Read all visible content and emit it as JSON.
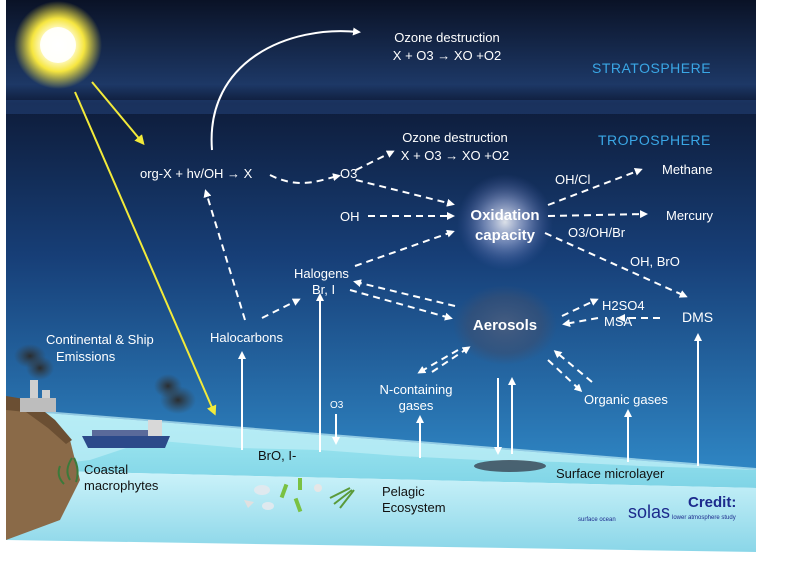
{
  "labels": {
    "stratosphere": "STRATOSPHERE",
    "troposphere": "TROPOSPHERE",
    "ozone_top_title": "Ozone destruction",
    "ozone_top_eq": "X + O3 → XO +O2",
    "ozone_mid_title": "Ozone destruction",
    "ozone_mid_eq": "X + O3 → XO +O2",
    "photolysis": "org-X + hv/OH → X",
    "o3_a": "O3",
    "oh_left": "OH",
    "oxidation": "Oxidation capacity",
    "oh_cl": "OH/Cl",
    "methane": "Methane",
    "mercury": "Mercury",
    "o3_oh_br": "O3/OH/Br",
    "oh_bro": "OH, BrO",
    "dms": "DMS",
    "h2so4": "H2SO4",
    "msa": "MSA",
    "halogens": "Halogens",
    "br_i": "Br, I",
    "aerosols": "Aerosols",
    "halocarbons": "Halocarbons",
    "continental_1": "Continental & Ship",
    "continental_2": "Emissions",
    "n_containing_1": "N-containing",
    "n_containing_2": "gases",
    "organic_gases": "Organic gases",
    "o3_b": "O3",
    "bro_i": "BrO, I-",
    "surface_microlayer": "Surface microlayer",
    "coastal_1": "Coastal",
    "coastal_2": "macrophytes",
    "pelagic_1": "Pelagic",
    "pelagic_2": "Ecosystem",
    "credit": "Credit:",
    "solas": "solas",
    "surface_ocean": "surface ocean",
    "lower_atmosphere": "lower atmosphere study"
  },
  "colors": {
    "sky_top": "#0a1226",
    "sky_mid": "#12305c",
    "sky_low": "#2a74b4",
    "sea": "#8fdcea",
    "sun_ray": "#f2ea3a",
    "layer_label": "#3aa7e6",
    "credit": "#1c2a8c"
  }
}
